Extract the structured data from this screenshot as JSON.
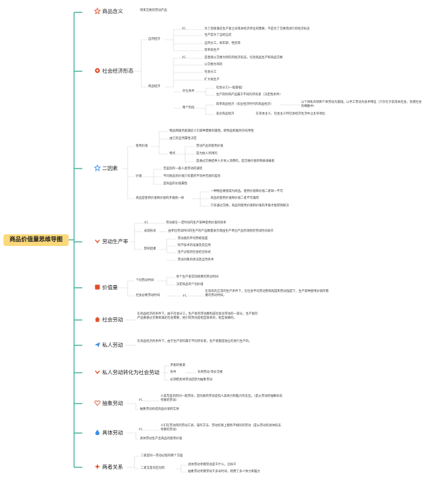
{
  "root": "商品价值量思维导图",
  "colors": {
    "root_bg": "#fbd97a",
    "line_left": "#2aa58f",
    "line_right": "#d9d9d9"
  },
  "b1": {
    "label": "商品含义",
    "icon": "star-outline-icon",
    "c1": "用来交换的劳动产品"
  },
  "b2": {
    "label": "社会经济形态",
    "icon": "gear-icon",
    "nat": "自然经济",
    "nat_tag": "#1",
    "nat1": "为了直接满足生产者之间或本经济单位的需要，不是为了交换而进行的经济形态",
    "nat2": "生产是为了自给自足",
    "nat3": "自然分工，如年龄、性别等",
    "nat4": "简单再生产",
    "com": "商品经济",
    "com_tag": "#1",
    "com1": "是直接以交换为目的的经济形态，包括商品生产和商品交换",
    "com2": "以交换为目的",
    "com3": "社会分工",
    "com4": "扩大再生产",
    "cond": "存在条件",
    "cond1": "社会分工(一般基础)",
    "cond2": "生产资料和产品属于不同的所有者（决定性条件）",
    "stage": "两个阶段",
    "stage1": "简单商品经济（农业经济时代的商品经济）",
    "stage1_note": "以个体私有制和个体劳动为基础，以手工劳动为技术特征（只存在于前资本社会，封建社会的细胞中）",
    "stage2": "发达商品经济",
    "stage2_note": "在资本主义、社会主义时社会经济生活中占主导地位"
  },
  "b3": {
    "label": "二因素",
    "icon": "star-outline-icon",
    "uv": "使用价值",
    "uv1": "物品和服务能满足人们某种需要的属性，即物品和服务的有用性",
    "uv2": "由它的自然属性决定",
    "tedian": "特点",
    "uv3": "劳动产品的使用价值",
    "uv4": "是为他人所用的",
    "uv5": "是通过交换提供人才进入消费的，是交换价值的物质承载者",
    "val": "价值",
    "val1": "无差别的一般人类劳动的凝结",
    "val2": "不同商品的价值只有量的不同并无质的差别",
    "val3": "是商品的价值属性",
    "uni": "商品是使用价值和价值的矛盾统一体",
    "uni1": "一种物品要想成为商品，使用价值和价值二者缺一不可",
    "uni2": "商品的使用价值和价值二者不可兼得",
    "uni3": "只有通过交换，商品的使用价值和价值的矛盾才能得到解决"
  },
  "b4": {
    "label": "劳动生产率",
    "icon": "chevron-down-icon",
    "tag": "#1",
    "c1": "劳动者在一定时间内生产某种使用价值的效率",
    "form": "表现形式",
    "form1": "由单位劳动时间内生产的产品数量表示或由生产单位产品所消耗的劳动时间表示",
    "factor": "影响因素",
    "f1": "劳动者的平均熟练程度",
    "f2": "科学技术的发展及其应用",
    "f3": "生产过程的社会结合形式",
    "f4": "劳动对象的状况及自然条件"
  },
  "b5": {
    "label": "价值量",
    "icon": "square-icon",
    "indiv": "个别劳动时间",
    "indiv1": "各个生产者实际耗费的劳动时间",
    "indiv2": "决定商品的个别价值",
    "soc": "社会必要劳动时间",
    "soc_tag": "#1",
    "soc1": "在现有的正常的生产条件下，在社会平均劳动熟练程度和劳动强度下，生产某种使用价值所需要的劳动时间。"
  },
  "b6": {
    "label": "社会劳动",
    "icon": "house-icon",
    "c1": "在商品经济的条件下，由于社会分工，生产者的劳动都构成社会总劳动的一部分，生产者的产品要通过交换来满足社会需要，他们的劳动是相互联系的，相互依赖的。"
  },
  "b7": {
    "label": "私人劳动",
    "icon": "send-icon",
    "c1": "在商品经济的条件下，由于生产资料属于不同所有者，生产者都是独立的进行生产的。"
  },
  "b8": {
    "label": "私人劳动转化为社会劳动",
    "icon": "chevron-down-icon",
    "c1": "矛盾的根源",
    "c2": "条件",
    "c2a": "有用劳动·等价交换",
    "c3": "必须把具体劳动还原为抽象劳动"
  },
  "b9": {
    "label": "抽象劳动",
    "icon": "heart-icon",
    "tag": "#1",
    "c1": "人类无差别的同一般劳动，是同质的劳动是指人类体力和脑力的支出。（是从劳动的抽象形态考察的劳动）",
    "c2": "抽象劳动形成商品价值的实体"
  },
  "b10": {
    "label": "具体劳动",
    "icon": "drop-icon",
    "tag": "#1",
    "c1": "人们在劳动目的劳动工具、操作方法、劳动结果上都各不相同的劳动（是从劳动的具体形态考察的劳动）",
    "c2": "具体劳动生产出商品的使用价值"
  },
  "b11": {
    "label": "两者关系",
    "icon": "spark-icon",
    "c1": "二者是同一劳动过程的两个方面",
    "c2": "二者又是有区别的",
    "c2a": "具体劳动考察劳动是干什么，怎样干",
    "c2b": "抽象劳动考察劳动干多长时间，耗费了多少体力和脑力"
  }
}
